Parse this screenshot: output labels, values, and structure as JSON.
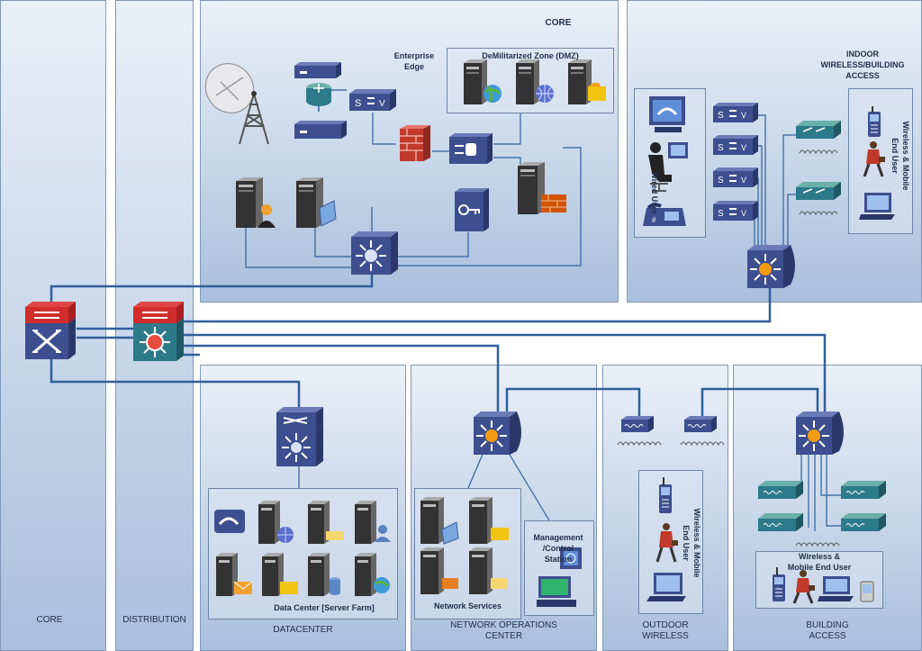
{
  "labels": {
    "core_col": "CORE",
    "distribution_col": "DISTRIBUTION",
    "core_top": "CORE",
    "enterprise_edge": "Enterprise\nEdge",
    "dmz": "DeMilitarized Zone (DMZ)",
    "indoor": "INDOOR\nWIRELESS/BUILDING\nACCESS",
    "wired_user": "Wired User",
    "wireless_indoor": "Wireless & Mobile\nEnd User",
    "datacenter_inner": "Data Center [Server Farm]",
    "datacenter": "DATACENTER",
    "network_services": "Network Services",
    "management": "Management\n/Control\nStation",
    "noc": "NETWORK OPERATIONS\nCENTER",
    "wireless_outdoor": "Wireless & Mobile\nEnd User",
    "outdoor": "OUTDOOR\nWIRELESS",
    "wireless_building": "Wireless &\nMobile End User",
    "building": "BUILDING\nACCESS"
  },
  "colors": {
    "link": "#2f5f9c",
    "device_blue": "#3d4f8f",
    "device_teal": "#2d7a8a",
    "firewall_red": "#c0392b"
  }
}
